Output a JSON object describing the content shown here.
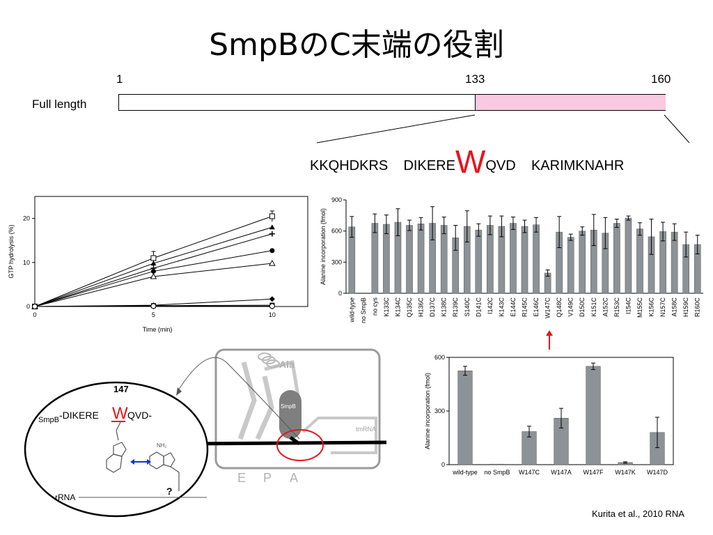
{
  "slide": {
    "title": "SmpBのC末端の役割",
    "citation": "Kurita et al., 2010 RNA"
  },
  "domain_map": {
    "label": "Full length",
    "positions": [
      "1",
      "133",
      "160"
    ],
    "seq_a": "KKQHDKRS",
    "seq_b_pre": "DIKERE",
    "seq_w": "W",
    "seq_b_post": "QVD",
    "seq_c": "KARIMKNAHR",
    "highlight_color": "#f9c9e1",
    "w_color": "#e8141b"
  },
  "chart_data": [
    {
      "type": "line",
      "xlabel": "Time (min)",
      "ylabel": "GTP hydrolysis (%)",
      "x": [
        0,
        5,
        10
      ],
      "xticks": [
        "0",
        "5",
        "10"
      ],
      "yticks": [
        "0",
        "10",
        "20"
      ],
      "xlim": [
        0,
        11.5
      ],
      "ylim": [
        0,
        25
      ],
      "series": [
        {
          "marker": "open-square",
          "values": [
            0,
            11,
            20.5
          ],
          "errors": [
            0,
            1.5,
            1.2
          ]
        },
        {
          "marker": "filled-triangle",
          "values": [
            0,
            9.8,
            18
          ]
        },
        {
          "marker": "cross",
          "values": [
            0,
            8.7,
            16.5
          ]
        },
        {
          "marker": "filled-circle",
          "values": [
            0,
            8,
            12.7
          ]
        },
        {
          "marker": "open-triangle",
          "values": [
            0,
            6.8,
            9.8
          ]
        },
        {
          "marker": "filled-diamond",
          "values": [
            0,
            0.3,
            1.7
          ]
        },
        {
          "marker": "filled-square",
          "values": [
            0,
            0.2,
            0.3
          ]
        },
        {
          "marker": "open-circle",
          "values": [
            0,
            0.1,
            0.1
          ]
        }
      ]
    },
    {
      "type": "bar",
      "ylabel": "Alanine incorporation (fmol)",
      "yticks": [
        "0",
        "300",
        "600",
        "900"
      ],
      "ylim": [
        0,
        900
      ],
      "categories": [
        "wild-type",
        "no SmpB",
        "no cys",
        "K133C",
        "K134C",
        "Q135C",
        "H136C",
        "D137C",
        "K138C",
        "R139C",
        "S140C",
        "D141C",
        "I142C",
        "K143C",
        "E144C",
        "R145C",
        "E146C",
        "W147C",
        "Q148C",
        "V149C",
        "D150C",
        "K151C",
        "A152C",
        "R153C",
        "I154C",
        "M155C",
        "K156C",
        "N157C",
        "A158C",
        "H159C",
        "R160C"
      ],
      "values": [
        640,
        0,
        675,
        665,
        685,
        655,
        670,
        675,
        655,
        535,
        645,
        610,
        655,
        645,
        675,
        645,
        660,
        195,
        590,
        540,
        600,
        610,
        580,
        675,
        725,
        620,
        545,
        595,
        590,
        470,
        470
      ],
      "errors": [
        100,
        0,
        90,
        90,
        130,
        50,
        60,
        160,
        80,
        120,
        150,
        60,
        90,
        100,
        60,
        60,
        70,
        30,
        150,
        30,
        40,
        150,
        150,
        40,
        20,
        60,
        170,
        90,
        80,
        120,
        90
      ],
      "bar_color": "#8c9296"
    },
    {
      "type": "bar",
      "ylabel": "Alanine incorporation (fmol)",
      "yticks": [
        "0",
        "300",
        "600"
      ],
      "ylim": [
        0,
        600
      ],
      "categories": [
        "wild-type",
        "no SmpB",
        "W147C",
        "W147A",
        "W147F",
        "W147K",
        "W147D"
      ],
      "values": [
        525,
        3,
        185,
        260,
        550,
        12,
        180
      ],
      "errors": [
        25,
        0,
        30,
        55,
        18,
        4,
        85
      ],
      "bar_color": "#8c9296"
    }
  ],
  "diagram": {
    "residue_number": "147",
    "smpb_label": "SmpB",
    "seq_pre": "-DIKERE",
    "seq_w": "W",
    "seq_post": "QVD-",
    "rrna_label": "rRNA",
    "question": "?",
    "nh2": "NH₂",
    "ala_label": "Ala",
    "smpb_blob_label": "SmpB",
    "tmrna_label": "tmRNA",
    "sites": [
      "E",
      "P",
      "A"
    ]
  }
}
